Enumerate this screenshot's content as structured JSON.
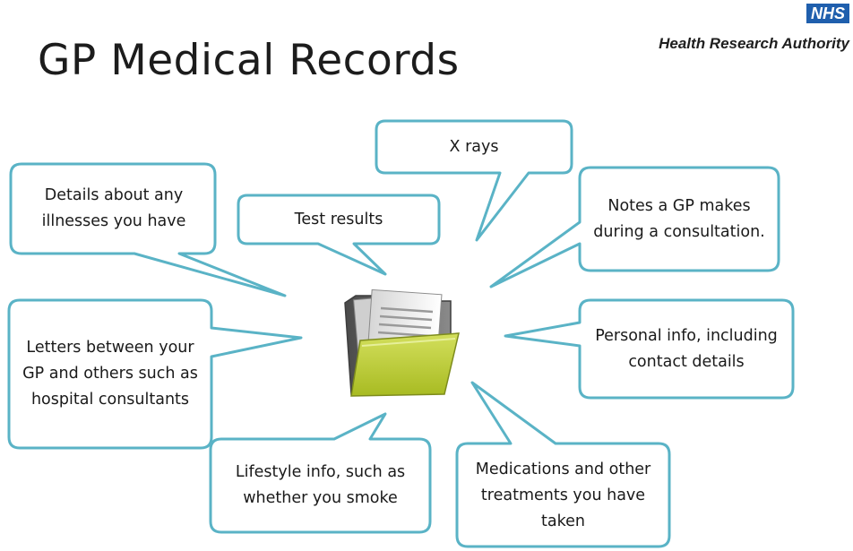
{
  "header": {
    "title": "GP Medical Records",
    "logo_text": "NHS",
    "organisation": "Health Research Authority"
  },
  "bubbles": {
    "xrays": "X rays",
    "illnesses": "Details about any illnesses you have",
    "test_results": "Test results",
    "gp_notes": "Notes a GP makes during a consultation.",
    "letters": "Letters between your GP and others such as hospital consultants",
    "personal_info": "Personal info, including contact details",
    "lifestyle": "Lifestyle info, such as whether you smoke",
    "medications": "Medications and other treatments you have taken"
  },
  "colors": {
    "bubble_border": "#5ab3c6",
    "folder_fill": "#bccd3a",
    "nhs_blue": "#1f5fad"
  },
  "icons": {
    "center": "folder-with-documents-icon"
  }
}
